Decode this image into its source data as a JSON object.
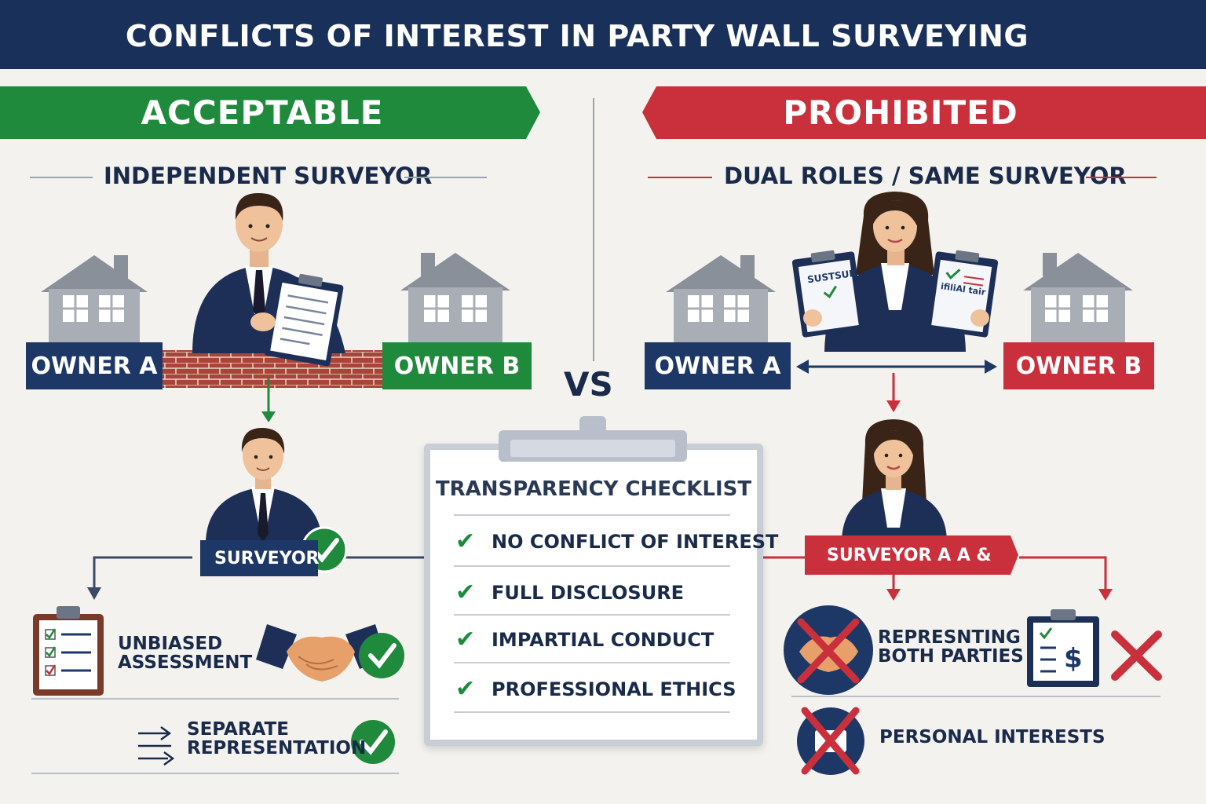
{
  "header": {
    "title": "CONFLICTS OF INTEREST IN PARTY WALL SURVEYING"
  },
  "acceptable": {
    "banner": "ACCEPTABLE",
    "subtitle": "INDEPENDENT SURVEYOR",
    "owner_a": "OWNER A",
    "owner_b": "OWNER B",
    "surveyor_label": "SURVEYOR",
    "item1_line1": "UNBIASED",
    "item1_line2": "ASSESSMENT",
    "item2_line1": "SEPARATE",
    "item2_line2": "REPRESENTATION"
  },
  "vs": "VS",
  "prohibited": {
    "banner": "PROHIBITED",
    "subtitle": "DUAL ROLES / SAME SURVEYOR",
    "owner_a": "OWNER A",
    "owner_b": "OWNER B",
    "surveyor_label": "SURVEYOR A A &",
    "item1_line1": "REPRESNTING",
    "item1_line2": "BOTH PARTIES",
    "item2": "PERSONAL INTERESTS",
    "clipboard_left_text": "SUSTSUR",
    "clipboard_right_text": "ifiliAl tair"
  },
  "checklist": {
    "title": "TRANSPARENCY CHECKLIST",
    "items": [
      "NO CONFLICT OF INTEREST",
      "FULL DISCLOSURE",
      "IMPARTIAL CONDUCT",
      "PROFESSIONAL ETHICS"
    ]
  },
  "colors": {
    "navy": "#1d3766",
    "green": "#1f8a3c",
    "red": "#c9303c",
    "header": "#18305a"
  }
}
